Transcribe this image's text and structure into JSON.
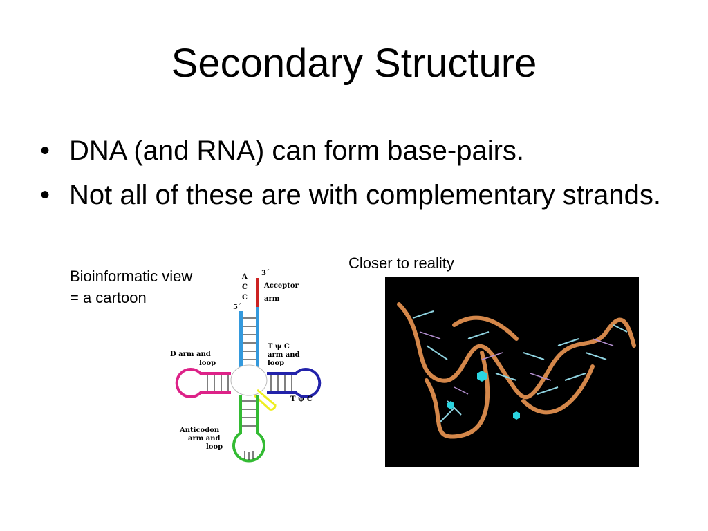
{
  "slide": {
    "title": "Secondary Structure",
    "bullets": [
      {
        "text": "DNA (and RNA) can form base-pairs."
      },
      {
        "text": "Not all of these are with complementary strands."
      }
    ]
  },
  "captions": {
    "left": [
      "Bioinformatic view",
      "= a cartoon"
    ],
    "right": "Closer to reality"
  },
  "diagram": {
    "end_3": "3´",
    "end_5": "5´",
    "bases": [
      "A",
      "C",
      "C"
    ],
    "acceptor": [
      "Acceptor",
      "arm"
    ],
    "d_arm": [
      "D arm and",
      "loop"
    ],
    "t_arm": [
      "T ψ C",
      "arm and",
      "loop"
    ],
    "t_loop": "T ψ C",
    "anticodon": [
      "Anticodon",
      "arm and",
      "loop"
    ],
    "colors": {
      "acceptor": "#cc2222",
      "stem": "#3399dd",
      "d_arm": "#dd2288",
      "t_arm": "#2222aa",
      "anticodon": "#33bb33",
      "variable": "#eeee22"
    }
  }
}
